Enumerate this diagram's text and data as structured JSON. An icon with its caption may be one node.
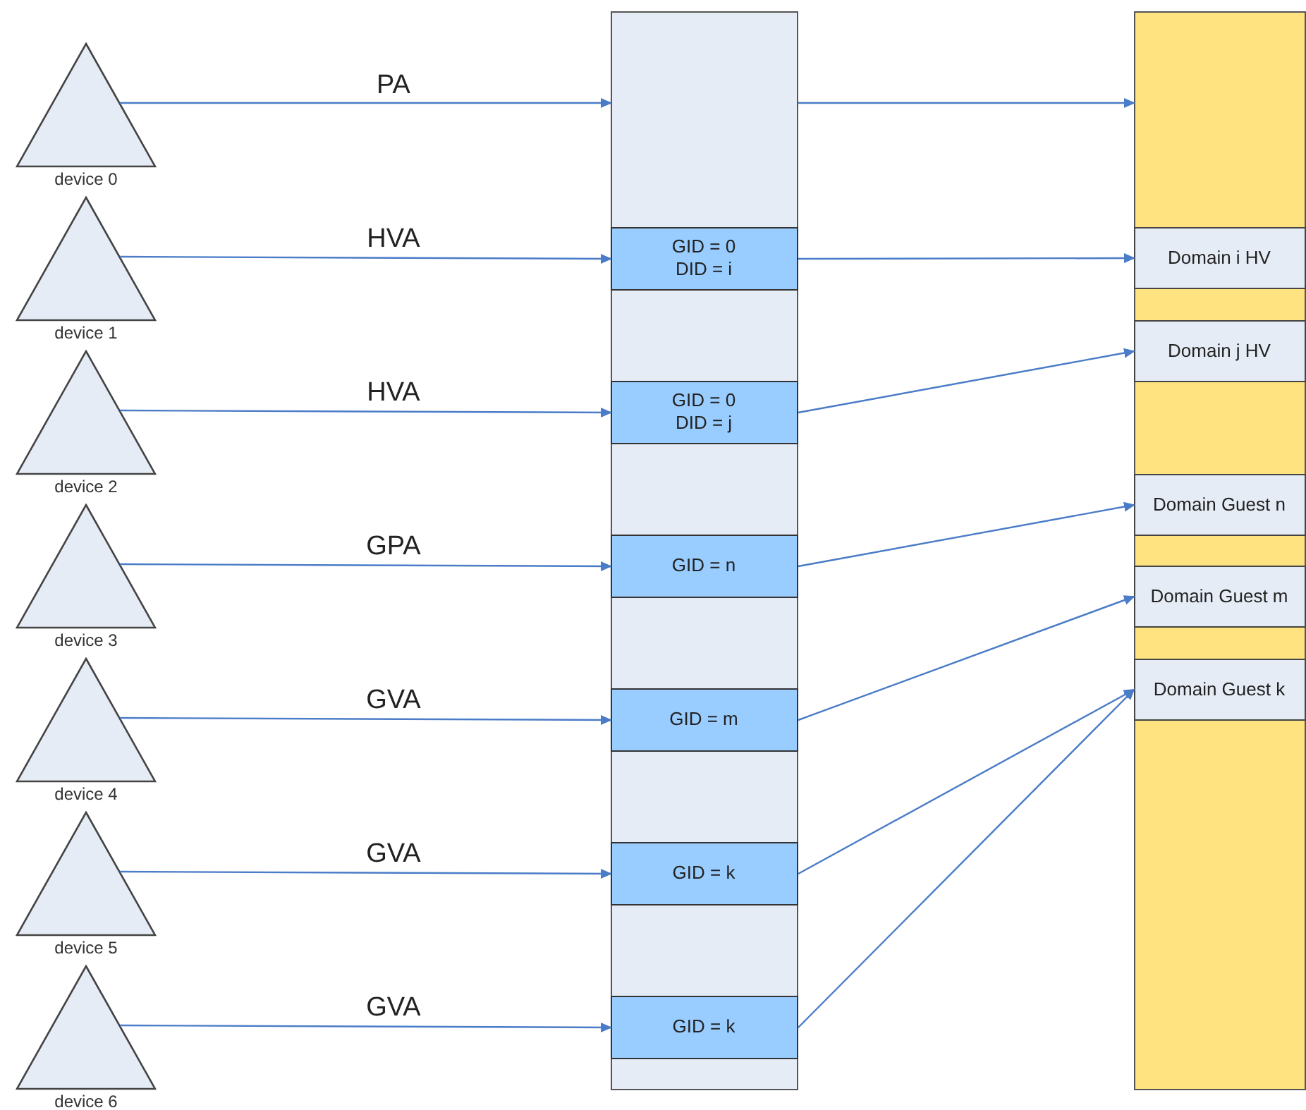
{
  "diagram": {
    "nodes": [
      {
        "text": [
          "device 0"
        ]
      },
      {
        "text": [
          "device 1"
        ]
      },
      {
        "text": [
          "device 2"
        ]
      },
      {
        "text": [
          "device 3"
        ]
      },
      {
        "text": [
          "device 4"
        ]
      },
      {
        "text": [
          "device 5"
        ]
      },
      {
        "text": [
          "device 6"
        ]
      },
      {
        "text": [],
        "shape": "bar"
      },
      {
        "text": [
          "GID = 0 DID = i"
        ],
        "in": 7
      },
      {
        "text": [
          "GID = 0 DID = j"
        ],
        "in": 7
      },
      {
        "text": [
          "GID = n"
        ],
        "in": 7
      },
      {
        "text": [
          "GID = m"
        ],
        "in": 7
      },
      {
        "text": [
          "GID = k"
        ],
        "in": 7
      },
      {
        "text": [
          "GID = k"
        ],
        "in": 7
      },
      {
        "text": [],
        "shape": "bar"
      },
      {
        "text": [
          "Domain i HV"
        ],
        "in": 14
      },
      {
        "text": [
          "Domain j HV"
        ],
        "in": 14
      },
      {
        "text": [
          "Domain Guest n"
        ],
        "in": 14
      },
      {
        "text": [
          "Domain Guest m"
        ],
        "in": 14
      },
      {
        "text": [
          "Domain Guest k"
        ],
        "in": 14
      }
    ],
    "edges": [
      {
        "from": 0,
        "to": 7,
        "arrow": "to",
        "label": "PA"
      },
      {
        "from": 7,
        "to": 14,
        "arrow": "to"
      },
      {
        "from": 1,
        "to": 8,
        "arrow": "to",
        "label": "HVA"
      },
      {
        "from": 8,
        "to": 15,
        "arrow": "to"
      },
      {
        "from": 2,
        "to": 9,
        "arrow": "to",
        "label": "HVA"
      },
      {
        "from": 9,
        "to": 16,
        "arrow": "to"
      },
      {
        "from": 3,
        "to": 10,
        "arrow": "to",
        "label": "GPA"
      },
      {
        "from": 10,
        "to": 17,
        "arrow": "to"
      },
      {
        "from": 4,
        "to": 11,
        "arrow": "to",
        "label": "GVA"
      },
      {
        "from": 11,
        "to": 18,
        "arrow": "to"
      },
      {
        "from": 5,
        "to": 12,
        "arrow": "to",
        "label": "GVA"
      },
      {
        "from": 12,
        "to": 19,
        "arrow": "to"
      },
      {
        "from": 6,
        "to": 13,
        "arrow": "to",
        "label": "GVA"
      },
      {
        "from": 13,
        "to": 19,
        "arrow": "to"
      }
    ]
  }
}
